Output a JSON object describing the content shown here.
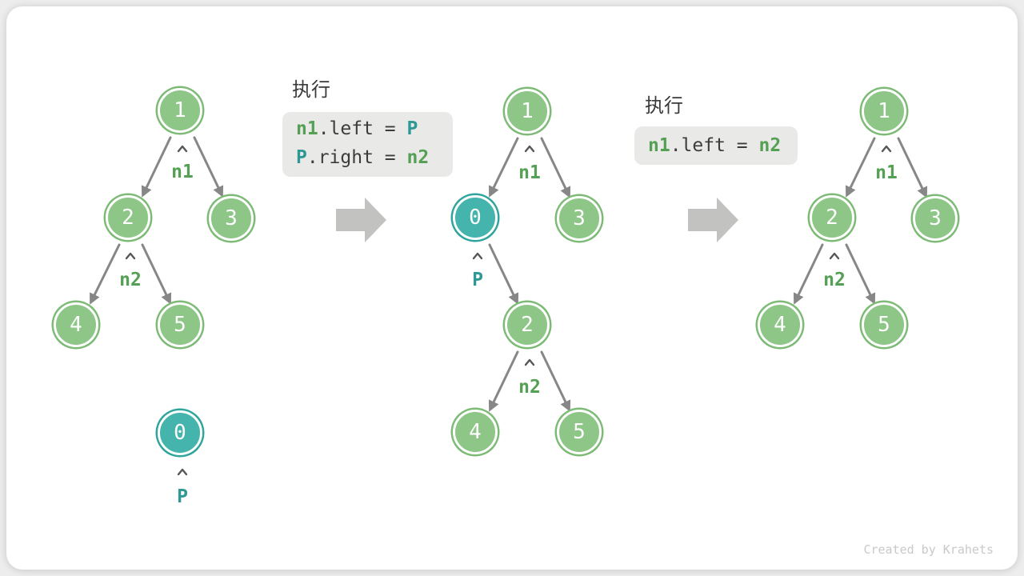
{
  "watermark": "Created by Krahets",
  "colors": {
    "node_green_fill": "#8dc687",
    "node_green_border": "#7cba76",
    "node_teal_fill": "#44b4ac",
    "node_teal_border": "#2fa49c",
    "edge_gray": "#878787",
    "flow_arrow_gray": "#c2c2c0",
    "label_green": "#55a055",
    "label_teal": "#2e9894",
    "code_bg": "#e9e9e7",
    "code_text": "#3c3c3c",
    "watermark_gray": "#c9c9c9"
  },
  "exec1": {
    "title": "执行",
    "line1": [
      "n1",
      ".left = ",
      "P"
    ],
    "line2": [
      "P",
      ".right = ",
      "n2"
    ]
  },
  "exec2": {
    "title": "执行",
    "line1": [
      "n1",
      ".left = ",
      "n2"
    ]
  },
  "tree1": {
    "nodes": {
      "a": "1",
      "b": "2",
      "c": "3",
      "d": "4",
      "e": "5"
    },
    "ref1": "n1",
    "ref2": "n2",
    "p_value": "0",
    "p_label": "P"
  },
  "tree2": {
    "nodes": {
      "a": "1",
      "p": "0",
      "c": "3",
      "b": "2",
      "d": "4",
      "e": "5"
    },
    "ref1": "n1",
    "ref2": "n2",
    "p_label": "P"
  },
  "tree3": {
    "nodes": {
      "a": "1",
      "b": "2",
      "c": "3",
      "d": "4",
      "e": "5"
    },
    "ref1": "n1",
    "ref2": "n2"
  }
}
